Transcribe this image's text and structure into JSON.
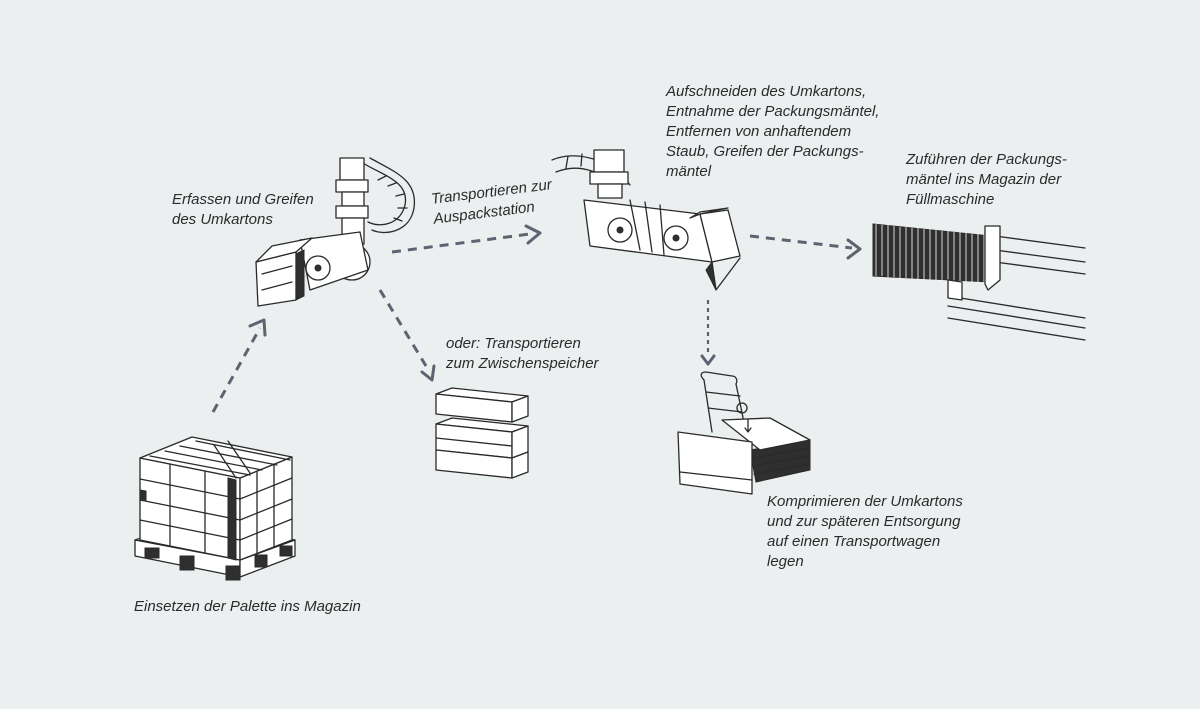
{
  "labels": {
    "greifen": "Erfassen und Greifen\ndes Umkartons",
    "transport": "Transportieren zur\nAuspackstation",
    "aufschneiden": "Aufschneiden des Umkartons,\nEntnahme der Packungsmäntel,\nEntfernen von anhaftendem\nStaub, Greifen der Packungs-\nmäntel",
    "zufuehren": "Zuführen der Packungs-\nmäntel ins Magazin der\nFüllmaschine",
    "zwischenspeicher": "oder: Transportieren\nzum Zwischenspeicher",
    "komprimieren": "Komprimieren der Umkartons\nund zur späteren Entsorgung\nauf einen Transportwagen\nlegen",
    "palette": "Einsetzen der Palette ins Magazin"
  },
  "colors": {
    "background": "#ebeff0",
    "arrow": "#5b6470",
    "ink": "#2a2a2a"
  }
}
